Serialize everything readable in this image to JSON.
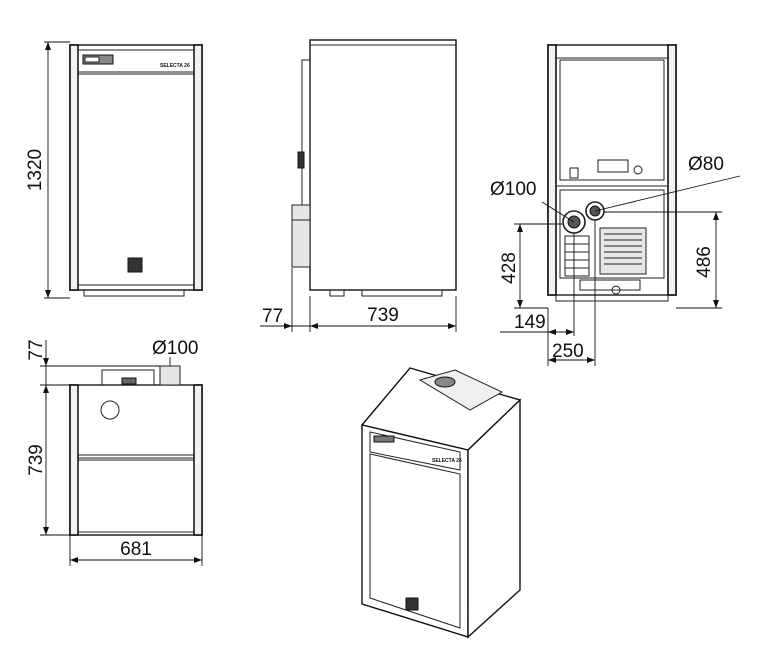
{
  "front_view": {
    "height_label": "1320",
    "model_label": "SELECTA 26"
  },
  "side_view": {
    "flue_offset_label": "77",
    "depth_label": "739"
  },
  "rear_view": {
    "flue_large_label": "Ø100",
    "flue_small_label": "Ø80",
    "left_height_label": "428",
    "right_height_label": "486",
    "offset_a_label": "149",
    "offset_b_label": "250"
  },
  "top_view": {
    "offset_label": "77",
    "flue_label": "Ø100",
    "depth_label": "739",
    "width_label": "681"
  },
  "iso_view": {
    "model_label": "SELECTA 26"
  }
}
